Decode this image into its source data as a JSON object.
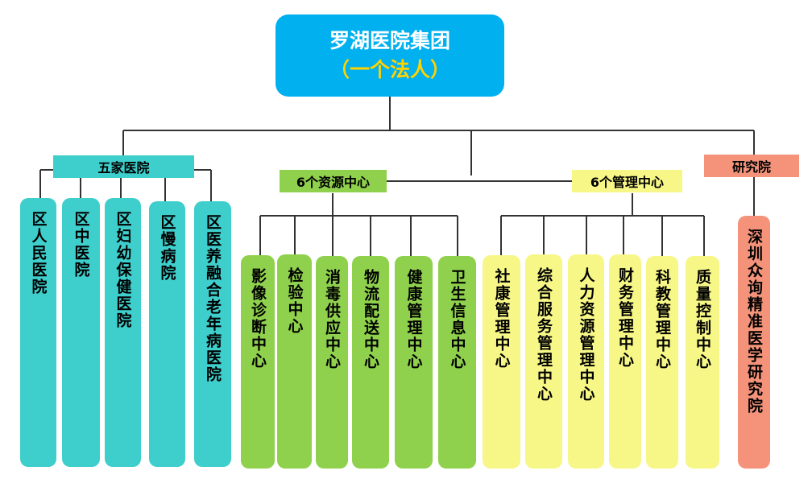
{
  "root": {
    "title": "罗湖医院集团",
    "subtitle": "（一个法人）"
  },
  "groups": {
    "hospitals": {
      "label": "五家医院",
      "items": [
        "区人民医院",
        "区中医院",
        "区妇幼保健医院",
        "区慢病院",
        "区医养融合老年病医院"
      ]
    },
    "resource": {
      "label": "6个资源中心",
      "items": [
        "影像诊断中心",
        "检验中心",
        "消毒供应中心",
        "物流配送中心",
        "健康管理中心",
        "卫生信息中心"
      ]
    },
    "management": {
      "label": "6个管理中心",
      "items": [
        "社康管理中心",
        "综合服务管理中心",
        "人力资源管理中心",
        "财务管理中心",
        "科教管理中心",
        "质量控制中心"
      ]
    },
    "research": {
      "label": "研究院",
      "items": [
        "深圳众询精准医学研究院"
      ]
    }
  },
  "colors": {
    "root": "#00b0ef",
    "root_subtitle": "#ffd200",
    "hospitals": "#3ecfcc",
    "resource": "#8fd14c",
    "management": "#f7f787",
    "research": "#f4937a"
  }
}
